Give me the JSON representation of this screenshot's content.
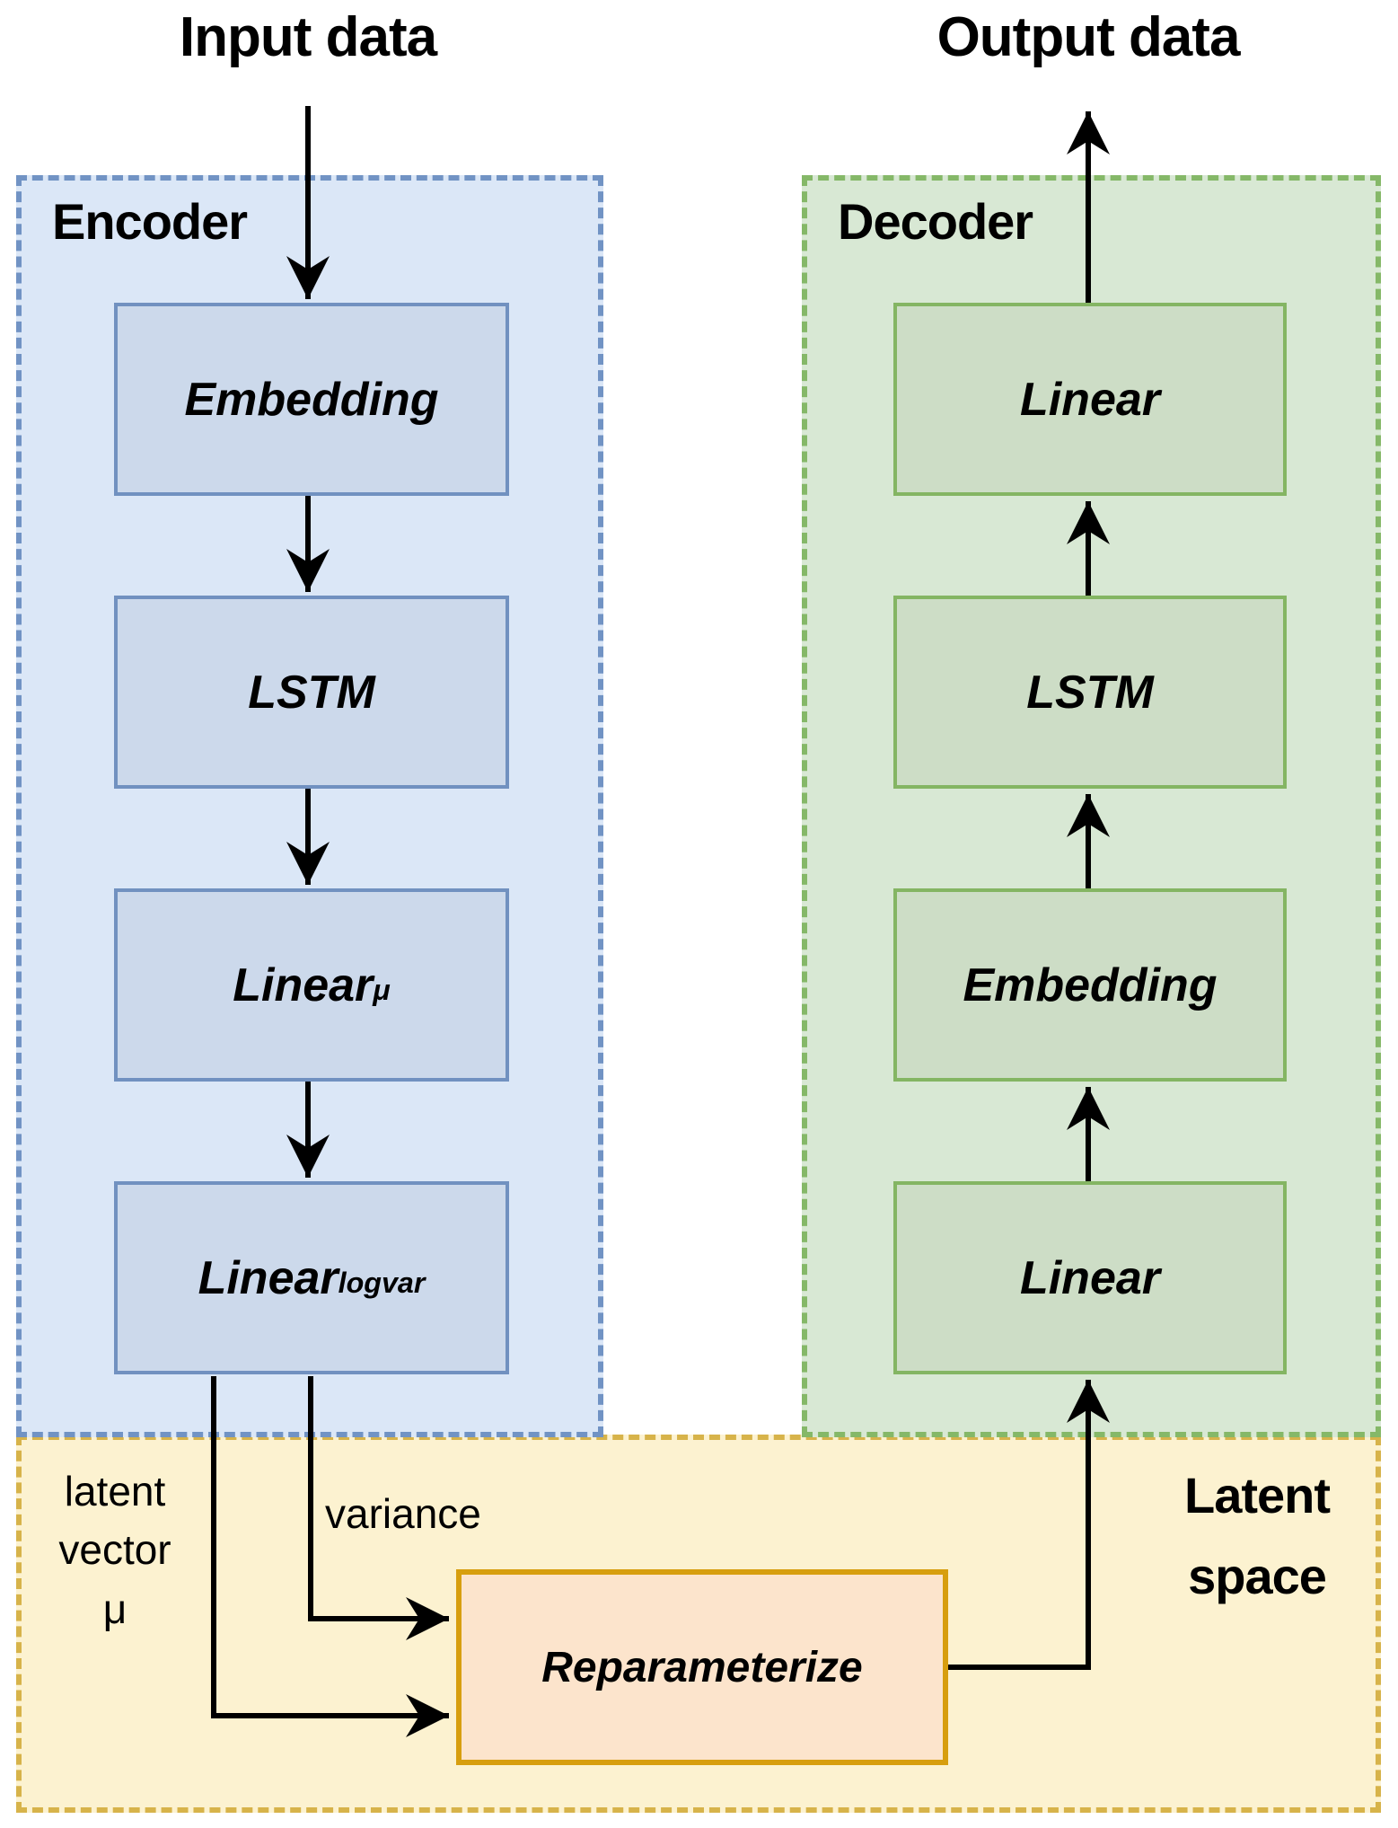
{
  "titles": {
    "input": "Input data",
    "output": "Output data"
  },
  "encoder": {
    "title": "Encoder",
    "boxes": [
      {
        "label": "Embedding"
      },
      {
        "label": "LSTM"
      },
      {
        "label": "Linear",
        "subscript": "μ"
      },
      {
        "label": "Linear",
        "subscript": "logvar"
      }
    ]
  },
  "decoder": {
    "title": "Decoder",
    "boxes": [
      {
        "label": "Linear"
      },
      {
        "label": "LSTM"
      },
      {
        "label": "Embedding"
      },
      {
        "label": "Linear"
      }
    ]
  },
  "latent": {
    "title_lines": [
      "Latent",
      "space"
    ],
    "mu_label_lines": [
      "latent",
      "vector",
      "μ"
    ],
    "variance_label": "variance",
    "reparameterize_label": "Reparameterize"
  },
  "colors": {
    "text": "#000000",
    "arrow": "#000000",
    "encoder_bg": "#dbe7f7",
    "encoder_border": "#7193c4",
    "encoder_box_bg": "#ccd9eb",
    "encoder_box_border": "#7191c0",
    "decoder_bg": "#d8e8d4",
    "decoder_border": "#85b868",
    "decoder_box_bg": "#cdddc6",
    "decoder_box_border": "#84b563",
    "latent_bg": "#fcf2d0",
    "latent_border": "#d7b34a",
    "reparam_bg": "#fce4cc",
    "reparam_border": "#d79e0e"
  }
}
